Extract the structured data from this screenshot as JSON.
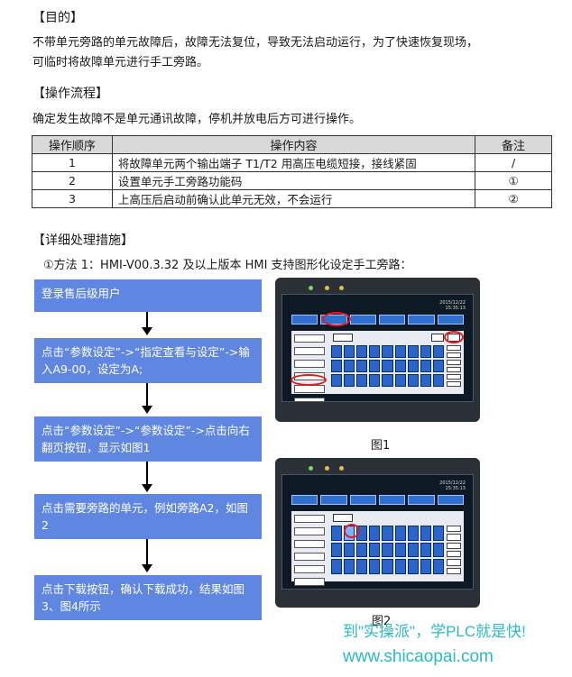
{
  "purpose": {
    "heading": "【目的】",
    "line1": "不带单元旁路的单元故障后，故障无法复位，导致无法启动运行，为了快速恢复现场，",
    "line2": "可临时将故障单元进行手工旁路。"
  },
  "process": {
    "heading": "【操作流程】",
    "intro": "确定发生故障不是单元通讯故障，停机并放电后方可进行操作。"
  },
  "table": {
    "headers": [
      "操作顺序",
      "操作内容",
      "备注"
    ],
    "rows": [
      [
        "1",
        "将故障单元两个输出端子 T1/T2 用高压电缆短接，接线紧固",
        "/"
      ],
      [
        "2",
        "设置单元手工旁路功能码",
        "①"
      ],
      [
        "3",
        "上高压后启动前确认此单元无效，不会运行",
        "②"
      ]
    ]
  },
  "detail": {
    "heading": "【详细处理措施】",
    "method1": "①方法 1：HMI-V00.3.32 及以上版本 HMI 支持图形化设定手工旁路："
  },
  "flow": [
    "登录售后级用户",
    "点击“参数设定”->“指定查看与设定”->输入A9-00，设定为A;",
    "点击“参数设定”->“参数设定”->点击向右翻页按钮，显示如图1",
    "点击需要旁路的单元，例如旁路A2，如图2",
    "点击下载按钮，确认下载成功，结果如图3、图4所示"
  ],
  "figures": {
    "fig1_caption": "图1",
    "fig2_caption": "图2"
  },
  "watermark": {
    "line1": "到\"实操派\"，学PLC就是快!",
    "line2": "www.shicaopai.com"
  },
  "colors": {
    "flow_box": "#5f86e0",
    "highlight_ring": "#e31b1b",
    "watermark": "#2cb9c5"
  }
}
